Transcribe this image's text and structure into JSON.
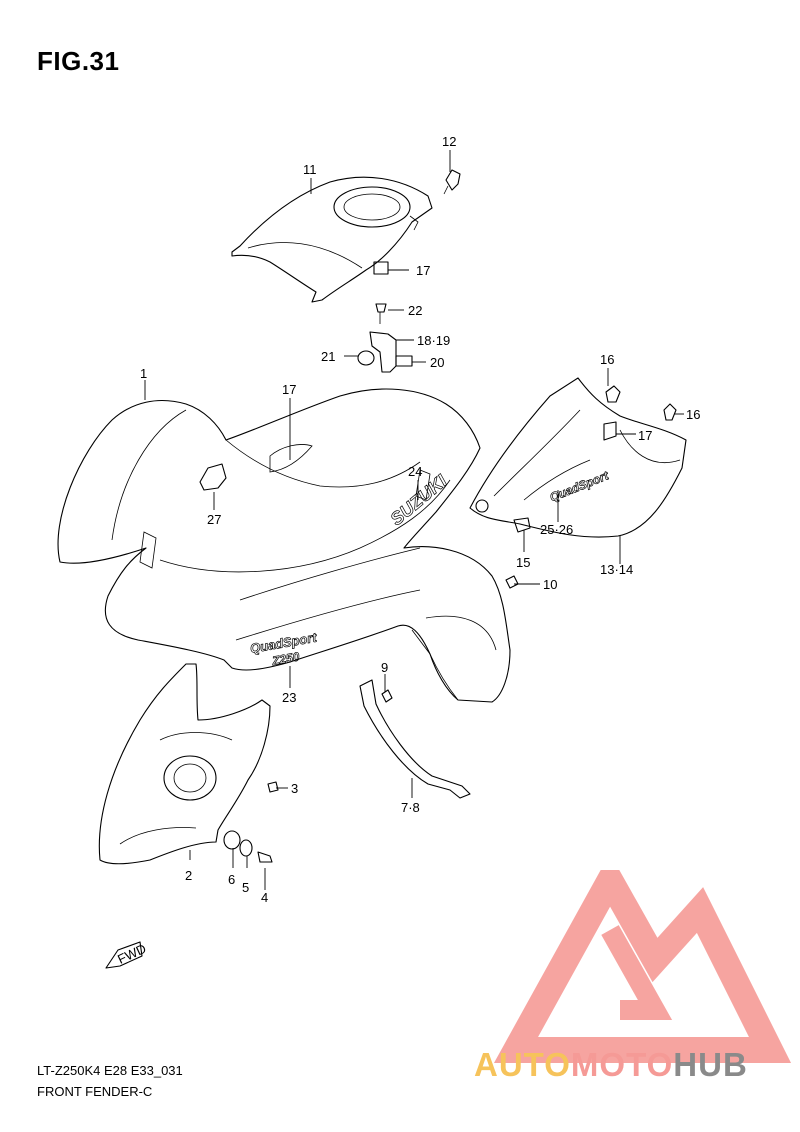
{
  "figure": {
    "title": "FIG.31",
    "model_code": "LT-Z250K4 E28 E33_031",
    "section_name": "FRONT FENDER-C"
  },
  "callouts": [
    {
      "id": "c1",
      "label": "1"
    },
    {
      "id": "c2",
      "label": "2"
    },
    {
      "id": "c3",
      "label": "3"
    },
    {
      "id": "c4",
      "label": "4"
    },
    {
      "id": "c5",
      "label": "5"
    },
    {
      "id": "c6",
      "label": "6"
    },
    {
      "id": "c78",
      "label": "7·8"
    },
    {
      "id": "c9",
      "label": "9"
    },
    {
      "id": "c10",
      "label": "10"
    },
    {
      "id": "c11",
      "label": "11"
    },
    {
      "id": "c12",
      "label": "12"
    },
    {
      "id": "c1314",
      "label": "13·14"
    },
    {
      "id": "c15",
      "label": "15"
    },
    {
      "id": "c16a",
      "label": "16"
    },
    {
      "id": "c16b",
      "label": "16"
    },
    {
      "id": "c17a",
      "label": "17"
    },
    {
      "id": "c17b",
      "label": "17"
    },
    {
      "id": "c17c",
      "label": "17"
    },
    {
      "id": "c1819",
      "label": "18·19"
    },
    {
      "id": "c20",
      "label": "20"
    },
    {
      "id": "c21",
      "label": "21"
    },
    {
      "id": "c22",
      "label": "22"
    },
    {
      "id": "c23",
      "label": "23"
    },
    {
      "id": "c24",
      "label": "24"
    },
    {
      "id": "c2526",
      "label": "25·26"
    },
    {
      "id": "c27",
      "label": "27"
    }
  ],
  "decals": {
    "brand": "SUZUKI",
    "fender_logo_line1": "QuadSport",
    "fender_logo_line2": "Z250",
    "side_logo": "QuadSport",
    "fwd_marker": "FWD"
  },
  "watermark": {
    "word_part1": "AUTO",
    "word_part2": "MOTO",
    "word_part3": "HUB",
    "colors": {
      "part1": "#f6c35b",
      "part2": "#f59a96",
      "part3": "#8a8a8a",
      "mark": "#f59a96"
    }
  }
}
